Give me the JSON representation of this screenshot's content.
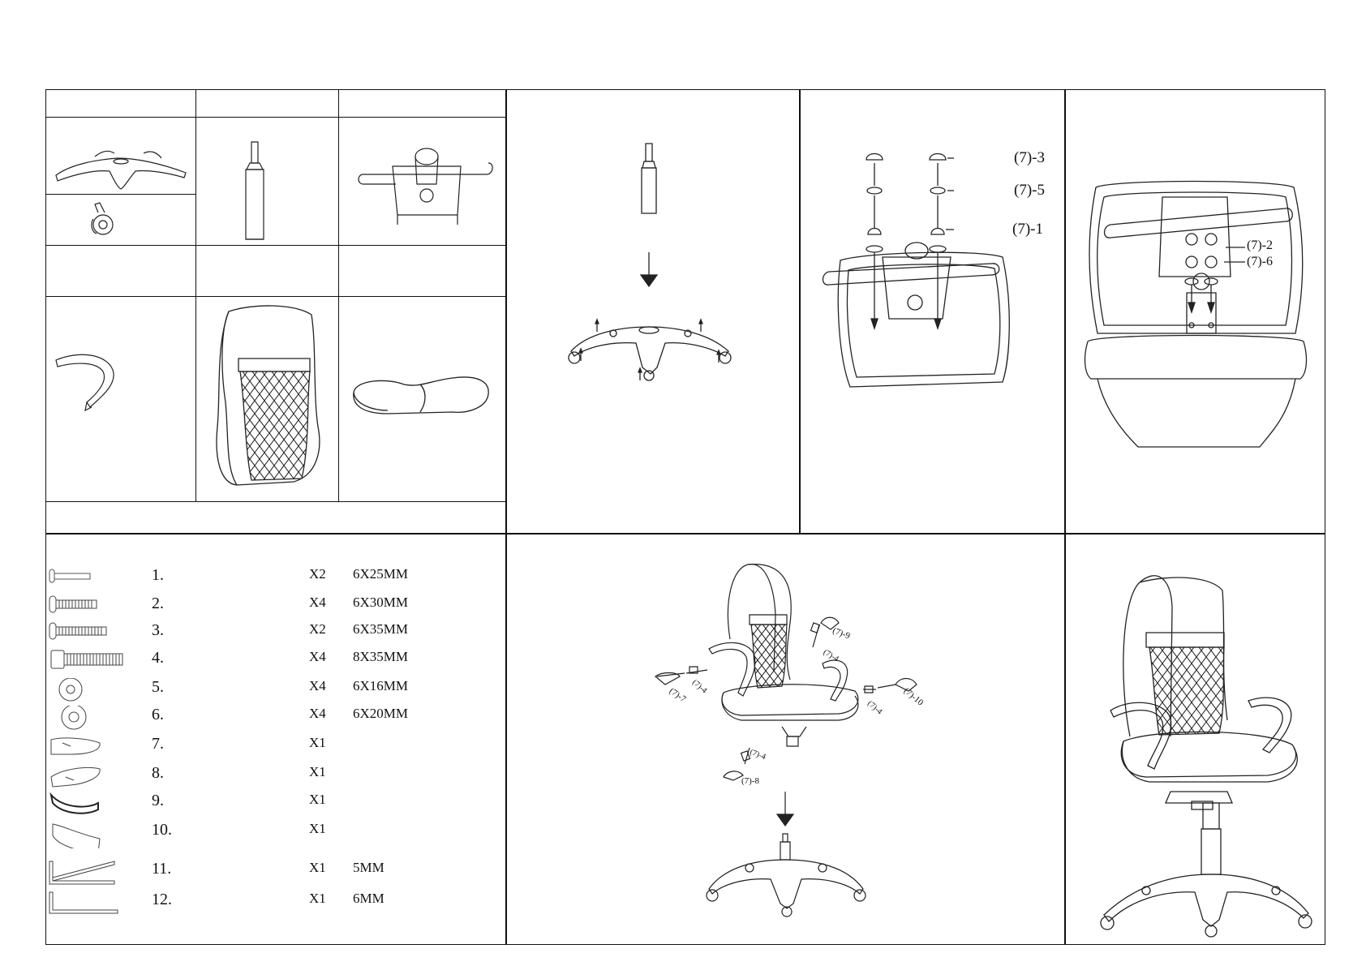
{
  "callouts": {
    "p3": [
      "(7)-3",
      "(7)-5",
      "(7)-1"
    ],
    "p4": [
      "(7)-2",
      "(7)-6"
    ],
    "p6": [
      "(7)-9",
      "(7)-4",
      "(7)-4",
      "(7)-7",
      "(7)-4",
      "(7)-10",
      "(7)-4",
      "(7)-8"
    ]
  },
  "hardware": [
    {
      "num": "1.",
      "qty": "X2",
      "size": "6X25MM",
      "icon": "bolt-6x25-icon"
    },
    {
      "num": "2.",
      "qty": "X4",
      "size": "6X30MM",
      "icon": "bolt-6x30-icon"
    },
    {
      "num": "3.",
      "qty": "X2",
      "size": "6X35MM",
      "icon": "bolt-6x35-icon"
    },
    {
      "num": "4.",
      "qty": "X4",
      "size": "8X35MM",
      "icon": "bolt-8x35-icon"
    },
    {
      "num": "5.",
      "qty": "X4",
      "size": "6X16MM",
      "icon": "washer-6x16-icon"
    },
    {
      "num": "6.",
      "qty": "X4",
      "size": "6X20MM",
      "icon": "washer-6x20-icon"
    },
    {
      "num": "7.",
      "qty": "X1",
      "size": "",
      "icon": "armrest-cover-7-icon"
    },
    {
      "num": "8.",
      "qty": "X1",
      "size": "",
      "icon": "armrest-cover-8-icon"
    },
    {
      "num": "9.",
      "qty": "X1",
      "size": "",
      "icon": "armrest-cover-9-icon"
    },
    {
      "num": "10.",
      "qty": "X1",
      "size": "",
      "icon": "armrest-cover-10-icon"
    },
    {
      "num": "11.",
      "qty": "X1",
      "size": "5MM",
      "icon": "allen-key-5mm-icon"
    },
    {
      "num": "12.",
      "qty": "X1",
      "size": "6MM",
      "icon": "allen-key-6mm-icon"
    }
  ]
}
